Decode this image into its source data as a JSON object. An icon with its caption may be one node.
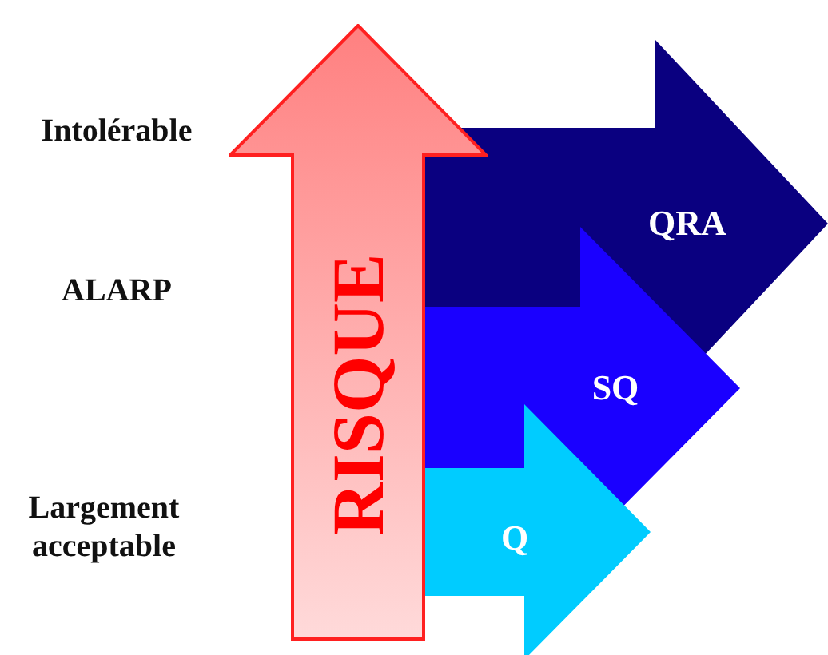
{
  "diagram": {
    "nodes": [
      {
        "text": [
          "QRA"
        ]
      },
      {
        "text": [
          "SQ"
        ]
      },
      {
        "text": [
          "Q"
        ]
      },
      {
        "text": [
          "RISQUE"
        ]
      }
    ],
    "labels": [
      "Intolérable",
      "ALARP",
      "Largement acceptable"
    ]
  }
}
